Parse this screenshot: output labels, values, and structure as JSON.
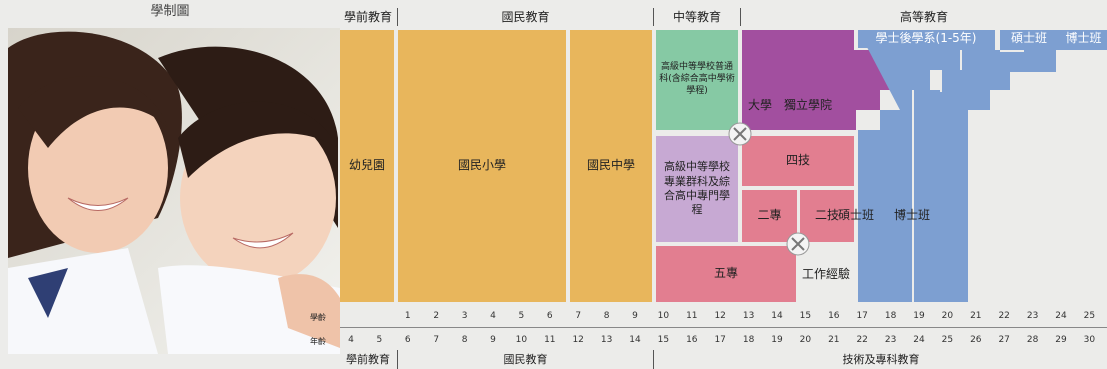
{
  "page_title": "學制圖",
  "headers": {
    "preschool": "學前教育",
    "national": "國民教育",
    "secondary": "中等教育",
    "higher": "高等教育",
    "bottom_preschool": "學前教育",
    "bottom_national": "國民教育",
    "bottom_tech": "技術及專科教育"
  },
  "blocks": {
    "kindergarten": "幼兒園",
    "elementary": "國民小學",
    "junior_high": "國民中學",
    "senior_high_general": "高級中等學校普通科(含綜合高中學術學程)",
    "senior_high_vocational": "高級中等學校專業群科及綜合高中專門學程",
    "five_year_college": "五專",
    "university": "大學　獨立學院",
    "four_year_tech": "四技",
    "two_year_college": "二專",
    "two_year_tech": "二技",
    "work_experience": "工作經驗",
    "masters": "碩士班",
    "phd": "博士班",
    "post_bacc": "學士後學系(1-5年)",
    "masters_top": "碩士班",
    "phd_top": "博士班"
  },
  "row_labels": {
    "school_age": "學齡",
    "age": "年齡"
  },
  "school_ages": [
    "1",
    "2",
    "3",
    "4",
    "5",
    "6",
    "7",
    "8",
    "9",
    "10",
    "11",
    "12",
    "13",
    "14",
    "15",
    "16",
    "17",
    "18",
    "19",
    "20",
    "21",
    "22",
    "23",
    "24",
    "25"
  ],
  "ages": [
    "4",
    "5",
    "6",
    "7",
    "8",
    "9",
    "10",
    "11",
    "12",
    "13",
    "14",
    "15",
    "16",
    "17",
    "18",
    "19",
    "20",
    "21",
    "22",
    "23",
    "24",
    "25",
    "26",
    "27",
    "28",
    "29",
    "30"
  ],
  "colors": {
    "orange": "#e8b65c",
    "green": "#86c9a4",
    "lavender": "#c7a9d3",
    "pink": "#e27e90",
    "purple": "#a24f9f",
    "blue": "#7d9fd1"
  }
}
